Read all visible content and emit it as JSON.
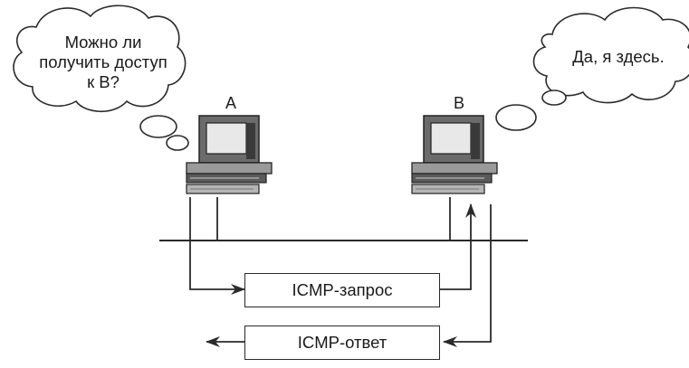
{
  "cloud_a": {
    "line1": "Можно ли",
    "line2": "получить доступ",
    "line3": "к В?"
  },
  "cloud_b": {
    "text": "Да, я здесь."
  },
  "host_a": {
    "label": "A"
  },
  "host_b": {
    "label": "B"
  },
  "request": {
    "label": "ICMP-запрос"
  },
  "reply": {
    "label": "ICMP-ответ"
  }
}
